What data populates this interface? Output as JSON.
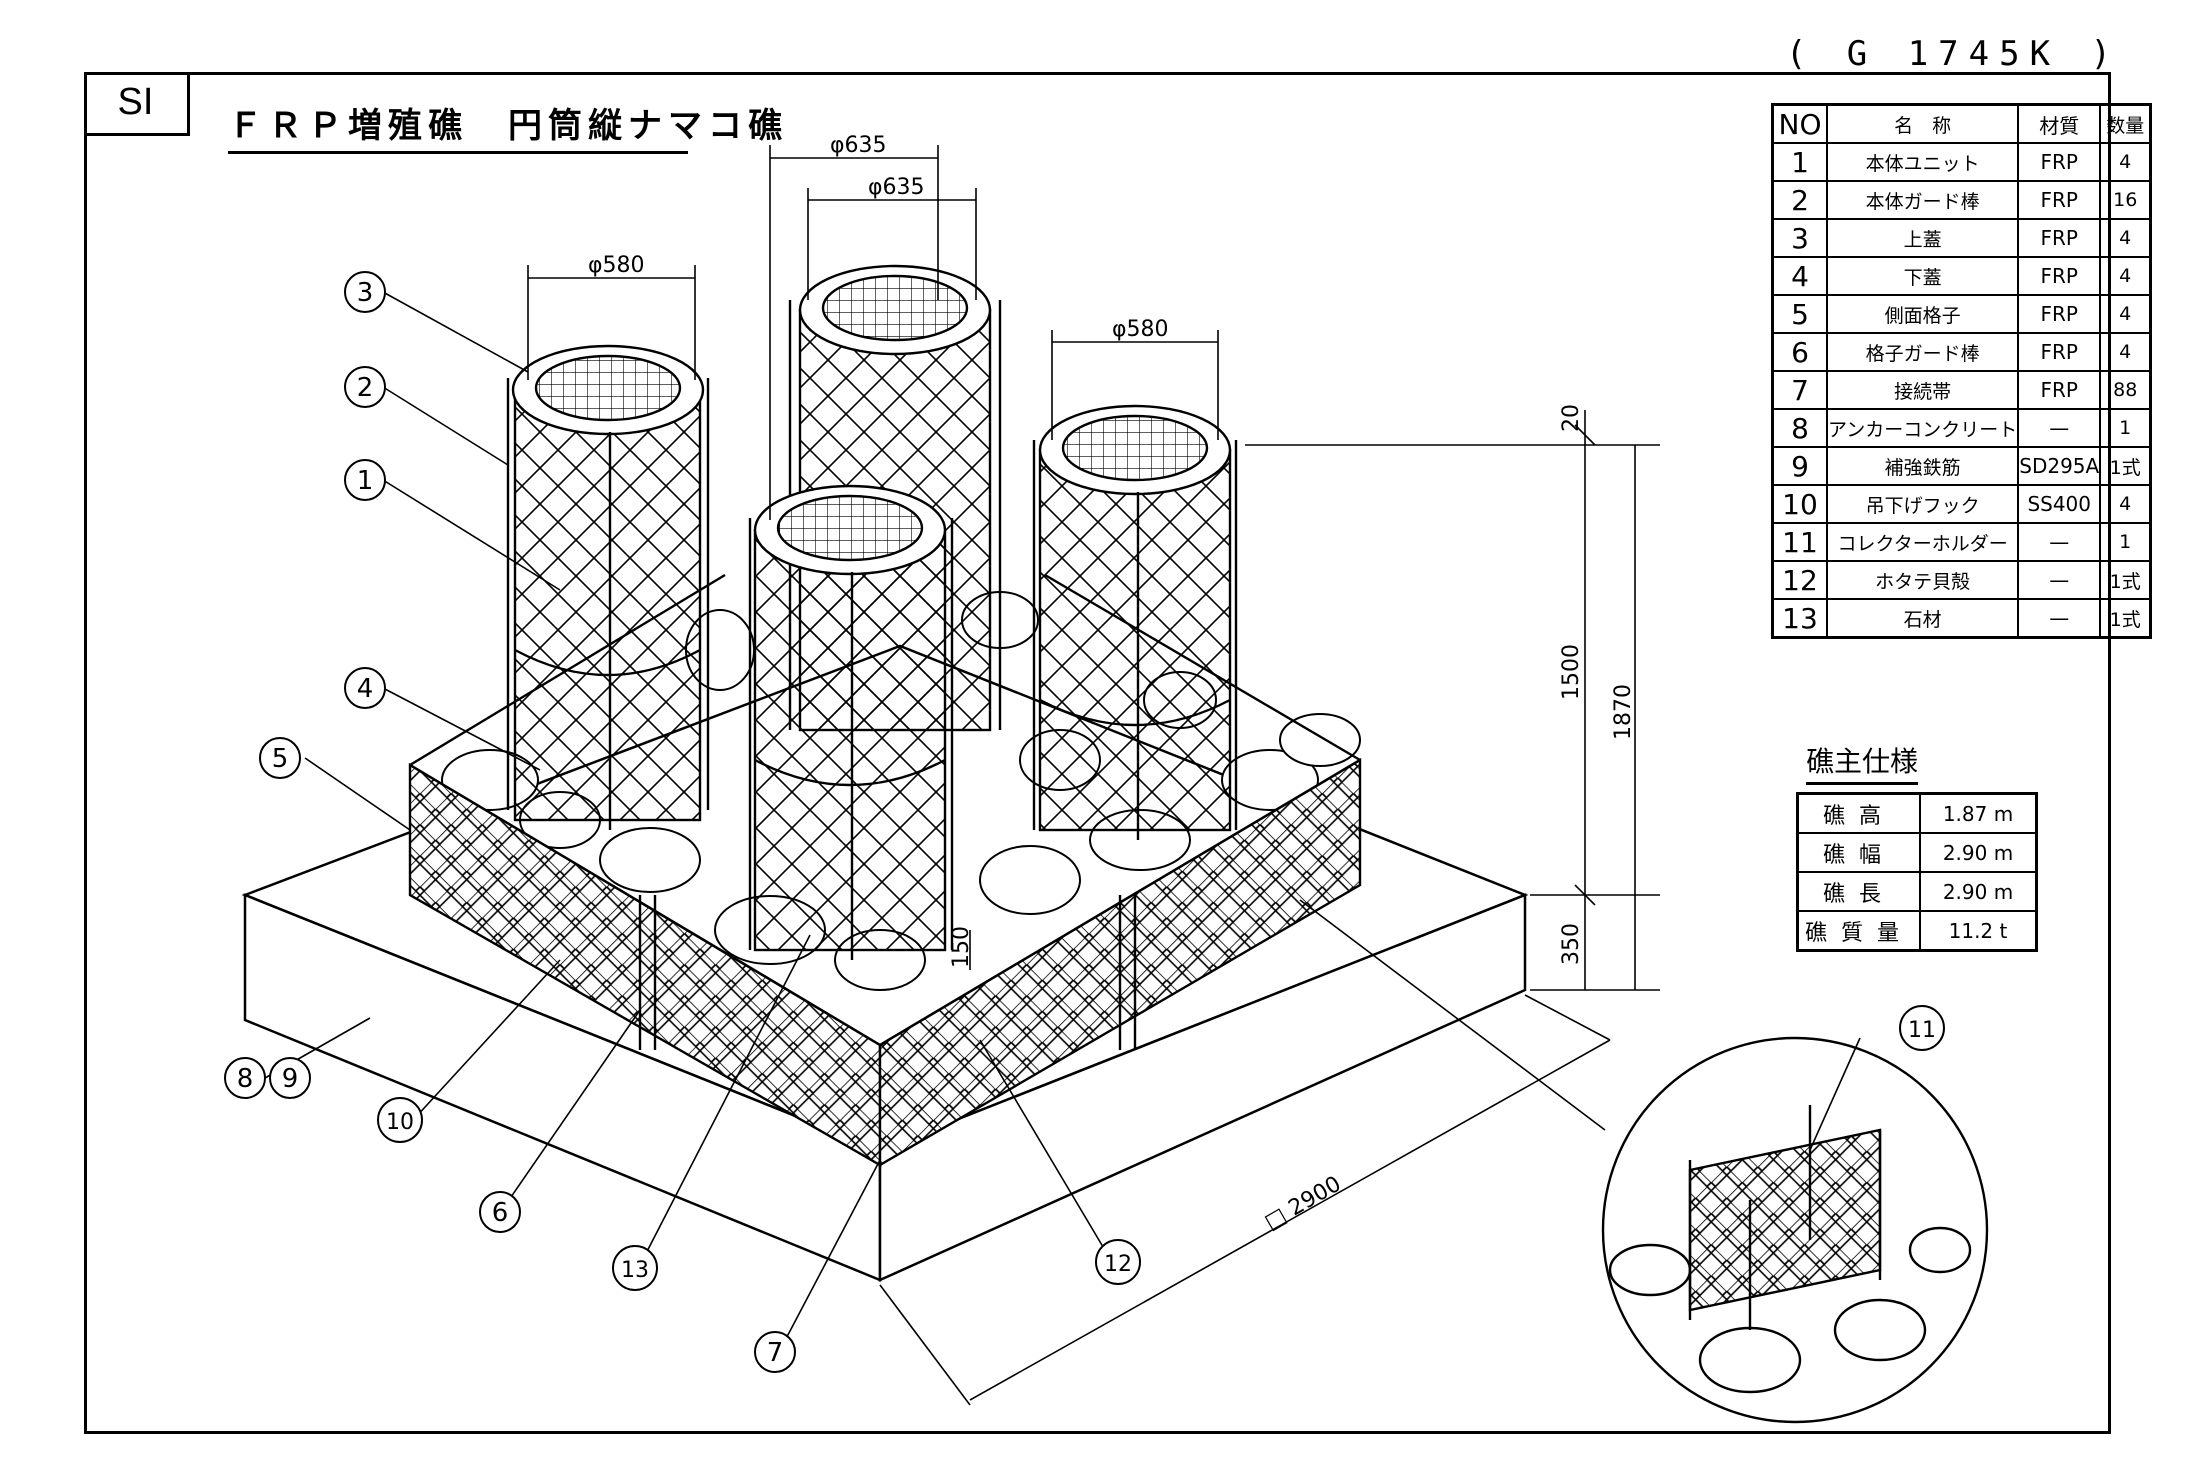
{
  "drawing_number": "( G 1745K )",
  "code": "SI",
  "title": "ＦＲＰ増殖礁　円筒縦ナマコ礁",
  "parts_table": {
    "headers": [
      "NO",
      "名　称",
      "材質",
      "数量"
    ],
    "rows": [
      {
        "no": "1",
        "name": "本体ユニット",
        "material": "FRP",
        "qty": "4"
      },
      {
        "no": "2",
        "name": "本体ガード棒",
        "material": "FRP",
        "qty": "16"
      },
      {
        "no": "3",
        "name": "上蓋",
        "material": "FRP",
        "qty": "4"
      },
      {
        "no": "4",
        "name": "下蓋",
        "material": "FRP",
        "qty": "4"
      },
      {
        "no": "5",
        "name": "側面格子",
        "material": "FRP",
        "qty": "4"
      },
      {
        "no": "6",
        "name": "格子ガード棒",
        "material": "FRP",
        "qty": "4"
      },
      {
        "no": "7",
        "name": "接続帯",
        "material": "FRP",
        "qty": "88"
      },
      {
        "no": "8",
        "name": "アンカーコンクリート",
        "material": "—",
        "qty": "1"
      },
      {
        "no": "9",
        "name": "補強鉄筋",
        "material": "SD295A",
        "qty": "1式"
      },
      {
        "no": "10",
        "name": "吊下げフック",
        "material": "SS400",
        "qty": "4"
      },
      {
        "no": "11",
        "name": "コレクターホルダー",
        "material": "—",
        "qty": "1"
      },
      {
        "no": "12",
        "name": "ホタテ貝殻",
        "material": "—",
        "qty": "1式"
      },
      {
        "no": "13",
        "name": "石材",
        "material": "—",
        "qty": "1式"
      }
    ]
  },
  "spec": {
    "title": "礁主仕様",
    "rows": [
      {
        "key": "礁高",
        "value": "1.87 m"
      },
      {
        "key": "礁幅",
        "value": "2.90 m"
      },
      {
        "key": "礁長",
        "value": "2.90 m"
      },
      {
        "key": "礁質量",
        "value": "11.2 t"
      }
    ]
  },
  "dimensions": {
    "d580_left": "φ580",
    "d635_top": "φ635",
    "d635_second": "φ635",
    "d580_right": "φ580",
    "h20": "20",
    "h1500": "1500",
    "h1870": "1870",
    "h350": "350",
    "h150": "150",
    "base": "□ 2900"
  },
  "callouts": [
    "1",
    "2",
    "3",
    "4",
    "5",
    "6",
    "7",
    "8",
    "9",
    "10",
    "11",
    "12",
    "13"
  ]
}
